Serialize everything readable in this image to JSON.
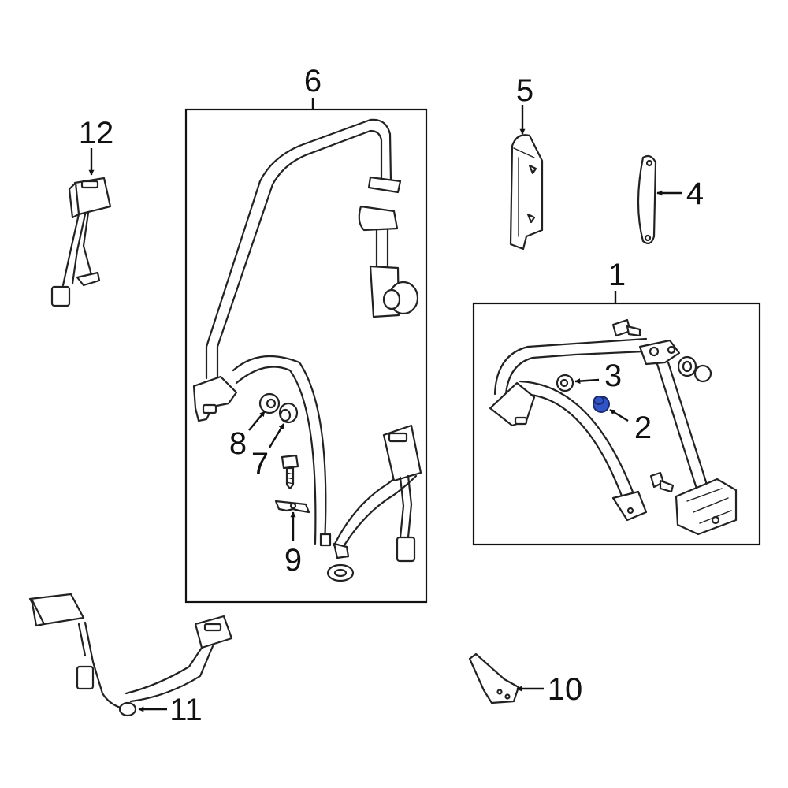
{
  "callouts": {
    "c1": "1",
    "c2": "2",
    "c3": "3",
    "c4": "4",
    "c5": "5",
    "c6": "6",
    "c7": "7",
    "c8": "8",
    "c9": "9",
    "c10": "10",
    "c11": "11",
    "c12": "12"
  },
  "highlighted_part": "2",
  "colors": {
    "line": "#222222",
    "highlight_fill": "#2f54c8",
    "highlight_stroke": "#1d2a6e",
    "background": "#ffffff"
  }
}
